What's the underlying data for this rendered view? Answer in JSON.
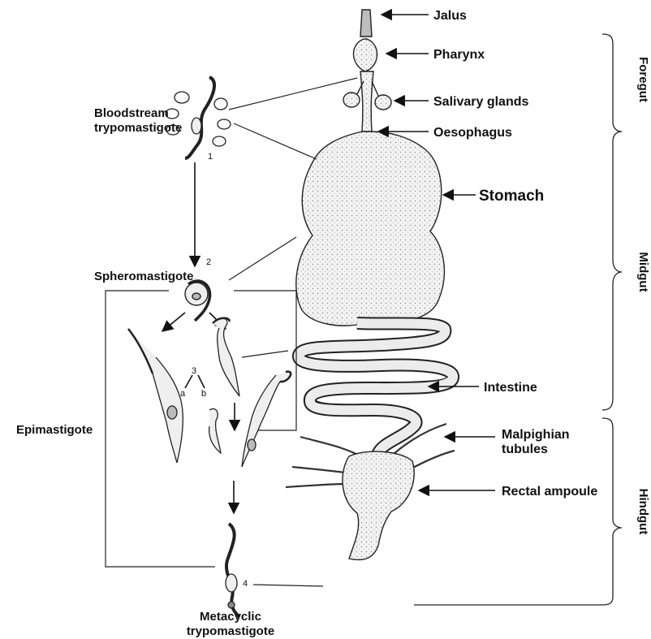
{
  "anatomy_labels": {
    "jalus": "Jalus",
    "pharynx": "Pharynx",
    "salivary_glands": "Salivary glands",
    "oesophagus": "Oesophagus",
    "stomach": "Stomach",
    "intestine": "Intestine",
    "malpighian_line1": "Malpighian",
    "malpighian_line2": "tubules",
    "rectal_ampoule": "Rectal ampoule"
  },
  "sections": {
    "foregut": "Foregut",
    "midgut": "Midgut",
    "hindgut": "Hindgut"
  },
  "stages": {
    "bloodstream_line1": "Bloodstream",
    "bloodstream_line2": "trypomastigote",
    "spheromastigote": "Spheromastigote",
    "epimastigote": "Epimastigote",
    "metacyclic_line1": "Metacyclic",
    "metacyclic_line2": "trypomastigote"
  },
  "stage_numbers": {
    "n1": "1",
    "n2": "2",
    "n3": "3",
    "n4": "4",
    "a": "a",
    "b": "b"
  },
  "colors": {
    "ink": "#111111",
    "stipple": "#e4e4e4",
    "cell_fill": "#efefef"
  }
}
